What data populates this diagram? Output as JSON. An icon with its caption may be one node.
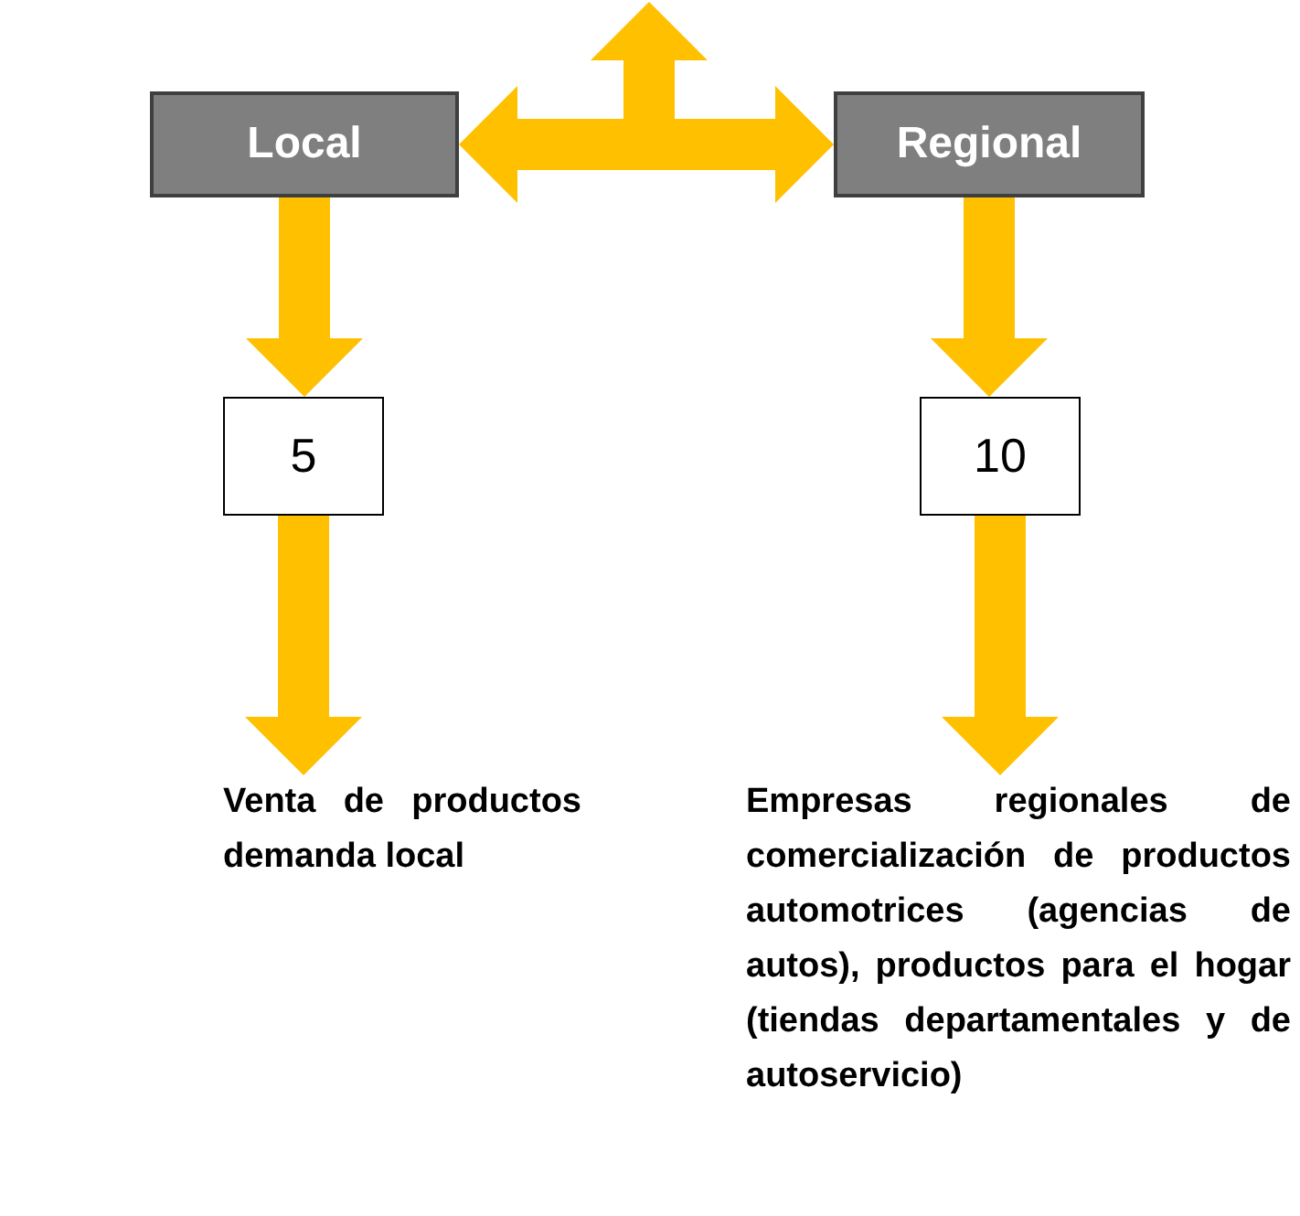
{
  "diagram": {
    "nodes": [
      {
        "text": [
          "Local"
        ]
      },
      {
        "text": [
          "Regional"
        ]
      },
      {
        "text": [
          "5"
        ]
      },
      {
        "text": [
          "10"
        ]
      },
      {
        "text": [
          "Venta de productos demanda local"
        ]
      },
      {
        "text": [
          "Empresas regionales de comercialización de productos automotrices (agencias de autos), productos para el hogar (tiendas departamentales y de autoservicio)"
        ]
      }
    ],
    "edges": [
      {
        "from": 0,
        "to": 1,
        "arrow": "both"
      },
      {
        "from": 0,
        "to": 2,
        "arrow": "to"
      },
      {
        "from": 1,
        "to": 3,
        "arrow": "to"
      },
      {
        "from": 2,
        "to": 4,
        "arrow": "to"
      },
      {
        "from": 3,
        "to": 5,
        "arrow": "to"
      }
    ]
  }
}
